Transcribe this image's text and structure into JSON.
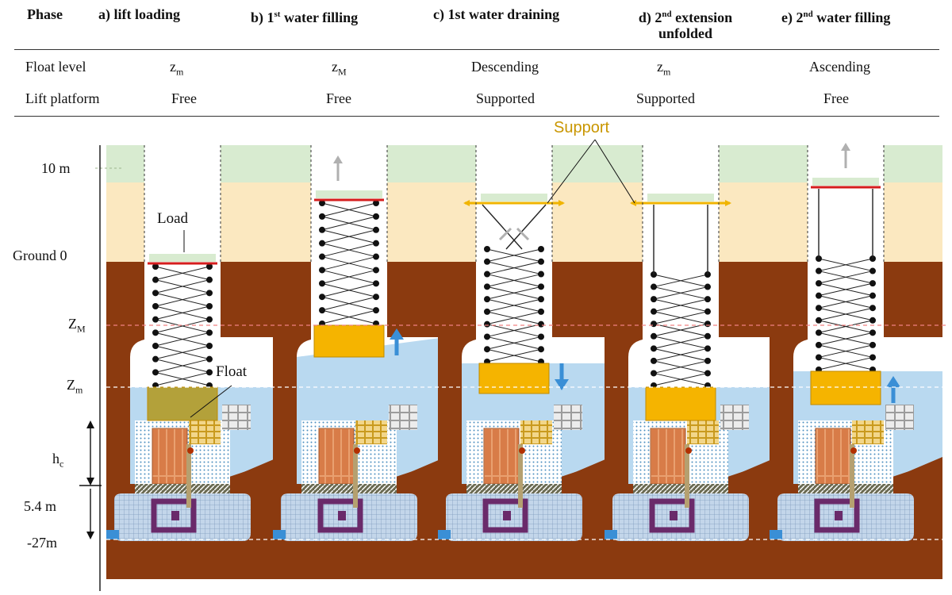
{
  "table": {
    "header": {
      "phase": "Phase",
      "a": "a) lift loading",
      "b_pre": "b) 1",
      "b_sup": "st",
      "b_post": " water filling",
      "c": "c) 1st water draining",
      "d_pre": "d) 2",
      "d_sup": "nd",
      "d_post": " extension",
      "d_line2": "unfolded",
      "e_pre": "e) 2",
      "e_sup": "nd",
      "e_post": " water filling"
    },
    "rows": [
      {
        "label": "Float level",
        "a": "z",
        "a_sub": "m",
        "b": "z",
        "b_sub": "M",
        "c": "Descending",
        "d": "z",
        "d_sub": "m",
        "e": "Ascending"
      },
      {
        "label": "Lift platform",
        "a": "Free",
        "b": "Free",
        "c": "Supported",
        "d": "Supported",
        "e": "Free"
      }
    ]
  },
  "diagram": {
    "labels": {
      "ten_m": "10 m",
      "ground": "Ground 0",
      "zM_base": "Z",
      "zM_sub": "M",
      "zm_base": "Z",
      "zm_sub": "m",
      "hc_base": "h",
      "hc_sub": "c",
      "five_four": "5.4 m",
      "minus27": "-27m",
      "load": "Load",
      "float": "Float",
      "support": "Support"
    },
    "colors": {
      "soil": "#8b3a0f",
      "sky": "#d8ebd0",
      "sand": "#fbe8c0",
      "water": "#b9d9f0",
      "float": "#f5b400",
      "float_a": "#b3a13a",
      "platform": "#d51d1d",
      "support": "#f0b400",
      "arrow_blue": "#3a8fd6",
      "arrow_grey": "#b0b0b0"
    }
  }
}
